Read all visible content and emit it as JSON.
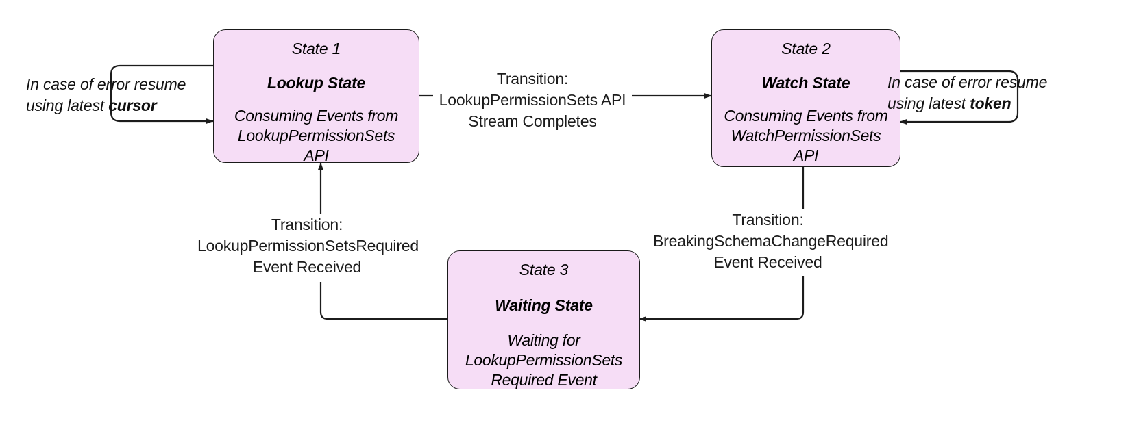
{
  "diagram": {
    "type": "state-machine",
    "background_color": "#ffffff",
    "node_fill_color": "#f6ddf6",
    "node_border_color": "#1a1a1a",
    "edge_color": "#1c1c1c",
    "nodes": [
      {
        "id": "state-1",
        "state_label": "State 1",
        "title": "Lookup State",
        "description": "Consuming Events from\nLookupPermissionSets\nAPI"
      },
      {
        "id": "state-2",
        "state_label": "State 2",
        "title": "Watch State",
        "description": "Consuming Events from\nWatchPermissionSets\nAPI"
      },
      {
        "id": "state-3",
        "state_label": "State 3",
        "title": "Waiting State",
        "description": "Waiting for\nLookupPermissionSets\nRequired Event"
      }
    ],
    "edges": [
      {
        "id": "edge-s1-s2",
        "from": "state-1",
        "to": "state-2",
        "label": "Transition:\nLookupPermissionSets API\nStream Completes"
      },
      {
        "id": "edge-s2-s3",
        "from": "state-2",
        "to": "state-3",
        "label": "Transition:\nBreakingSchemaChangeRequired\nEvent Received"
      },
      {
        "id": "edge-s3-s1",
        "from": "state-3",
        "to": "state-1",
        "label": "Transition:\nLookupPermissionSetsRequired\nEvent Received"
      }
    ],
    "self_loops": [
      {
        "id": "loop-state-1",
        "on": "state-1",
        "side": "left",
        "text_plain": "In case of error resume",
        "text_emphasis_prefix": "using latest ",
        "text_emphasis": "cursor"
      },
      {
        "id": "loop-state-2",
        "on": "state-2",
        "side": "right",
        "text_plain": "In case of error resume",
        "text_emphasis_prefix": "using latest ",
        "text_emphasis": "token"
      }
    ]
  }
}
